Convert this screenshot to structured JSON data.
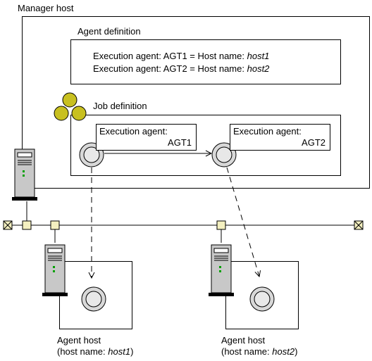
{
  "manager": {
    "title": "Manager host"
  },
  "agent_definition": {
    "title": "Agent definition",
    "lines": [
      {
        "prefix": "Execution agent: AGT1 = Host name: ",
        "host": "host1"
      },
      {
        "prefix": "Execution agent: AGT2 = Host name: ",
        "host": "host2"
      }
    ]
  },
  "job_definition": {
    "title": "Job definition",
    "jobs": [
      {
        "label": "Execution agent:",
        "agent": "AGT1"
      },
      {
        "label": "Execution agent:",
        "agent": "AGT2"
      }
    ]
  },
  "agent_hosts": [
    {
      "title": "Agent host",
      "host_prefix": "(host name: ",
      "host": "host1",
      "host_suffix": ")"
    },
    {
      "title": "Agent host",
      "host_prefix": "(host name: ",
      "host": "host2",
      "host_suffix": ")"
    }
  ],
  "colors": {
    "jobnet_icon": "#c8c020",
    "network_node": "#f4f0c0",
    "server_body": "#c8c8c8"
  }
}
